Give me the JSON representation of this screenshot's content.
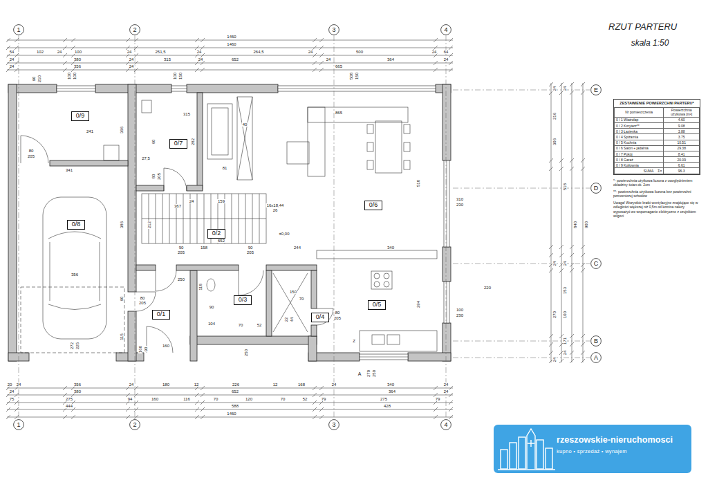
{
  "diagram": {
    "title": "RZUT PARTERU",
    "nodes": [
      {
        "text": [
          "1"
        ]
      },
      {
        "text": [
          "2"
        ]
      },
      {
        "text": [
          "3"
        ]
      },
      {
        "text": [
          "4"
        ]
      },
      {
        "text": [
          "E"
        ]
      },
      {
        "text": [
          "ZESTAWIENIE POWIERZCHNI PARTERU*"
        ]
      },
      {
        "text": [
          "0/9"
        ]
      },
      {
        "text": [
          "0/7"
        ]
      },
      {
        "text": [
          "D"
        ]
      },
      {
        "text": [
          "0/6"
        ]
      },
      {
        "text": [
          "0/8"
        ]
      },
      {
        "text": [
          "0/2"
        ]
      },
      {
        "text": [
          "C"
        ]
      },
      {
        "text": [
          "0/3"
        ]
      },
      {
        "text": [
          "0/5"
        ]
      },
      {
        "text": [
          "0/1"
        ]
      },
      {
        "text": [
          "0/4"
        ]
      },
      {
        "text": [
          "B"
        ]
      },
      {
        "text": [
          "A"
        ]
      },
      {
        "text": [
          "1"
        ]
      },
      {
        "text": [
          "2"
        ]
      },
      {
        "text": [
          "3"
        ]
      },
      {
        "text": [
          "4"
        ]
      },
      {
        "text": [
          "rzeszowskie-nieruchomosci",
          "kupno • sprzedaż • wynajem"
        ]
      }
    ],
    "edges": [
      {
        "from": 0,
        "to": 19,
        "arrow": "none"
      },
      {
        "from": 1,
        "to": 20,
        "arrow": "none"
      },
      {
        "from": 2,
        "to": 21,
        "arrow": "none"
      },
      {
        "from": 3,
        "to": 22,
        "arrow": "none"
      }
    ],
    "labels": [
      "skala 1:50",
      "1460",
      "1460",
      "54",
      "102",
      "24",
      "100",
      "24",
      "251,5",
      "24",
      "264,5",
      "24",
      "500",
      "24",
      "64",
      "24",
      "380",
      "24",
      "315",
      "24",
      "652",
      "24",
      "364",
      "24",
      "24",
      "356",
      "24",
      "665",
      "90",
      "210",
      "100",
      "100",
      "100",
      "150",
      "508",
      "150",
      "241",
      "366",
      "80",
      "205",
      "341",
      "386",
      "356",
      "90",
      "115",
      "272",
      "225",
      "80",
      "205",
      "315",
      "282",
      "27,5",
      "60",
      "80",
      "205",
      "81",
      "40",
      "865",
      "367",
      "24",
      "159",
      "16x18,44",
      "26",
      "212",
      "652",
      "±0,00",
      "158",
      "90",
      "205",
      "90",
      "205",
      "244",
      "340",
      "518",
      "310",
      "230",
      "250",
      "118",
      "90",
      "104",
      "70",
      "52",
      "150",
      "70",
      "22",
      "44",
      "80",
      "205",
      "294",
      "220",
      "100",
      "230",
      "160",
      "160",
      "90",
      "270",
      "250",
      "250",
      "24",
      "216",
      "306",
      "24",
      "270",
      "24",
      "24",
      "518",
      "24",
      "153",
      "100",
      "171",
      "24",
      "840",
      "900",
      "20",
      "24",
      "356",
      "24",
      "180",
      "12",
      "226",
      "12",
      "168",
      "24",
      "340",
      "24",
      "24",
      "380",
      "652",
      "364",
      "24",
      "75",
      "275",
      "94",
      "160",
      "116",
      "70",
      "120",
      "70",
      "52",
      "79",
      "275",
      "79",
      "444",
      "588",
      "428",
      "1460",
      "A",
      "Z",
      "Nr pomieszczenia",
      "Powierzchnia użytkowa [m²]",
      "0 / 1 Wiatrołap",
      "4.60",
      "0 / 2 Korytarz**",
      "9.08",
      "0 / 3 Łazienka",
      "3.88",
      "0 / 4 Spiżarnia",
      "3.75",
      "0 / 5 Kuchnia",
      "10.51",
      "0 / 6 Salon + jadalnia",
      "29.38",
      "0 / 7 Pokój",
      "8.41",
      "0 / 8 Garaż",
      "20.09",
      "0 / 9 Kotłownia",
      "6.61",
      "SUMA",
      "Σ=",
      "96.3",
      "*- powierzchnia użytkowa liczona z uwzględnieniem okładziny ścian ok. 2cm",
      "**- powierzchnia użytkowa liczona bez powierzchni pomocniczej schodów",
      "Uwaga! Wszystkie kratki wentylacyjne znajdujące się w odległości większej niż 0,5m od komina należy wyposażyć we wspomaganie elektryczne z czujnikiem wilgoci"
    ]
  }
}
